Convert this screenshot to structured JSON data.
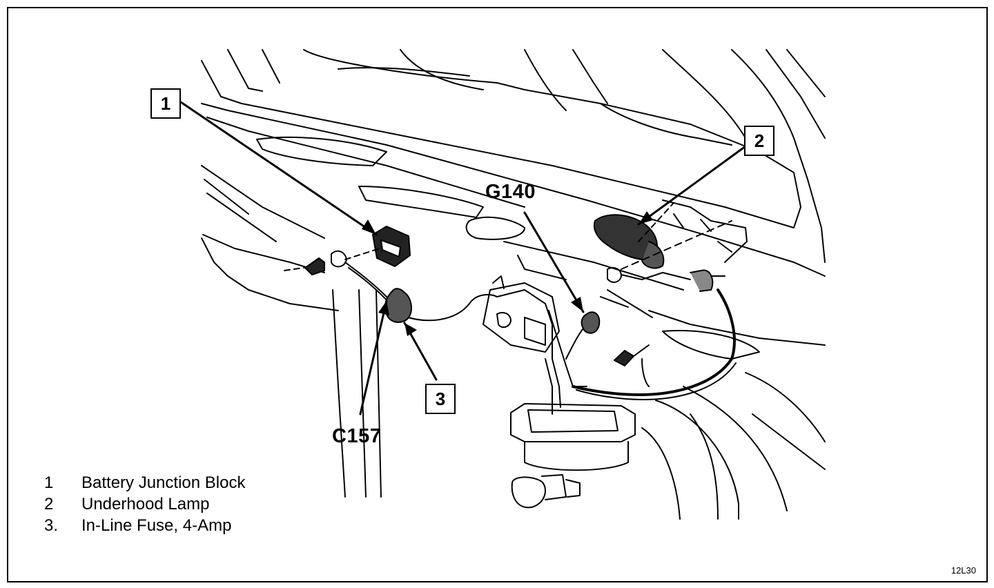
{
  "callouts": [
    {
      "num": "1"
    },
    {
      "num": "2"
    },
    {
      "num": "3"
    }
  ],
  "connectors": {
    "g140": "G140",
    "c157": "C157"
  },
  "legend": [
    {
      "num": "1",
      "text": "Battery Junction Block"
    },
    {
      "num": "2",
      "text": "Underhood Lamp"
    },
    {
      "num": "3.",
      "text": "In-Line Fuse, 4-Amp"
    }
  ],
  "figure_id": "12L30"
}
